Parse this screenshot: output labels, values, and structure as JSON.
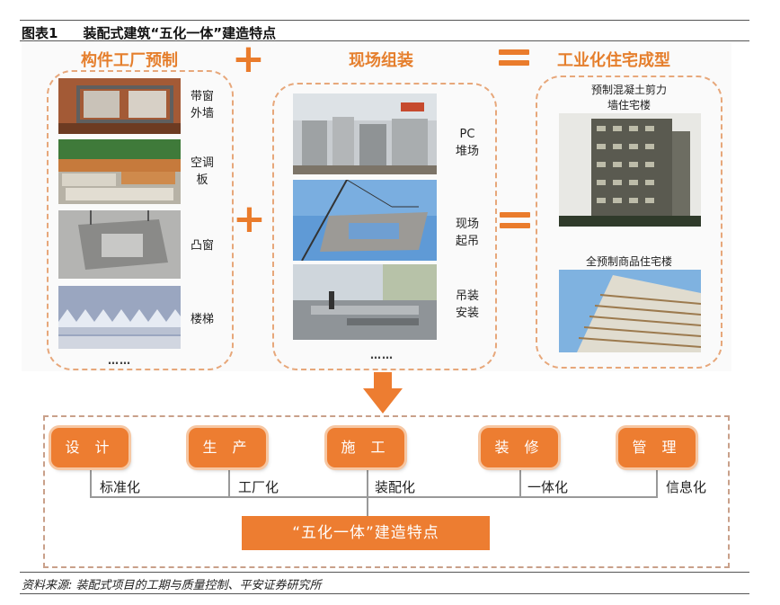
{
  "figure": {
    "number": "图表1",
    "title": "装配式建筑“五化一体”建造特点",
    "source": "资料来源: 装配式项目的工期与质量控制、平安证券研究所"
  },
  "top": {
    "headers": {
      "factory": "构件工厂预制",
      "site": "现场组装",
      "result": "工业化住宅成型"
    },
    "factory_items": [
      "带窗\n外墙",
      "空调\n板",
      "凸窗",
      "楼梯"
    ],
    "site_items": [
      "PC\n堆场",
      "现场\n起吊",
      "吊装\n安装"
    ],
    "result_items": [
      "预制混凝土剪力\n墙住宅楼",
      "全预制商品住宅楼"
    ],
    "ellipsis": "……"
  },
  "bottom": {
    "stages": [
      "设 计",
      "生 产",
      "施 工",
      "装 修",
      "管 理"
    ],
    "traits": [
      "标准化",
      "工厂化",
      "装配化",
      "一体化",
      "信息化"
    ],
    "center": "“五化一体”建造特点"
  },
  "colors": {
    "accent": "#ed7d31",
    "dash": "#e7a77a"
  }
}
